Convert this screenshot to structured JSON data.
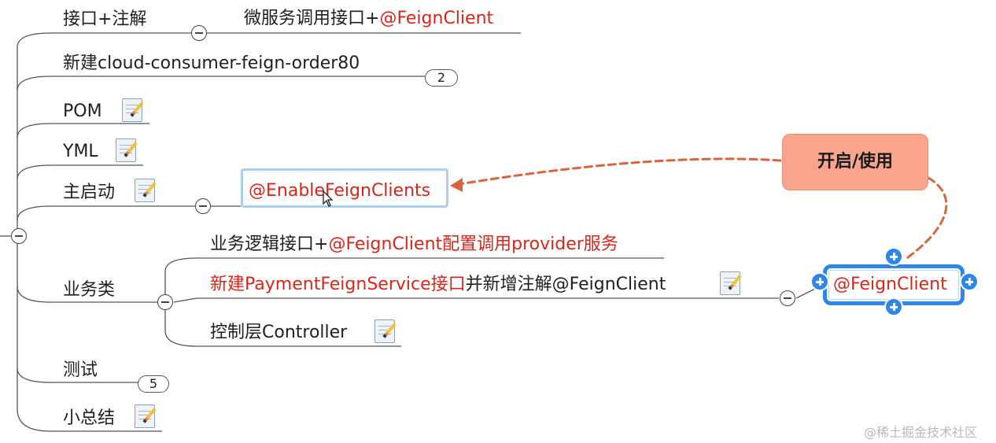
{
  "nodes": {
    "interface_annotation": {
      "label": "接口+注解"
    },
    "microservice_call": {
      "prefix": "微服务调用接口+",
      "annotation": "@FeignClient"
    },
    "new_module": {
      "label": "新建cloud-consumer-feign-order80",
      "count": "2"
    },
    "pom": {
      "label": "POM"
    },
    "yml": {
      "label": "YML"
    },
    "main_boot": {
      "label": "主启动"
    },
    "enable_feign_clients": {
      "label": "@EnableFeignClients"
    },
    "business_class": {
      "label": "业务类"
    },
    "business_interface": {
      "prefix": "业务逻辑接口+",
      "highlight": "@FeignClient配置调用provider服务"
    },
    "payment_service": {
      "highlight": "新建PaymentFeignService接口",
      "suffix": "并新增注解@FeignClient"
    },
    "controller": {
      "label": "控制层Controller"
    },
    "test": {
      "label": "测试",
      "count": "5"
    },
    "summary": {
      "label": "小总结"
    },
    "feign_client_callout": {
      "label": "@FeignClient"
    },
    "enable_use_callout": {
      "label": "开启/使用"
    }
  },
  "watermark": "@稀土掘金技术社区",
  "colors": {
    "line": "#555555",
    "highlight_text": "#d7261b",
    "callout_fill": "#f9a48c",
    "arrow": "#d9643e",
    "selection": "#2f86e8",
    "focus_border": "#a9d0f1"
  },
  "icons": [
    "note-icon",
    "collapse-toggle-icon",
    "add-node-icon",
    "mouse-cursor-icon"
  ]
}
